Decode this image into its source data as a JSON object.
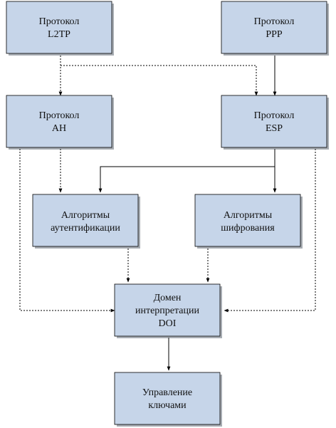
{
  "nodes": {
    "l2tp": {
      "line1": "Протокол",
      "line2": "L2TP"
    },
    "ppp": {
      "line1": "Протокол",
      "line2": "PPP"
    },
    "ah": {
      "line1": "Протокол",
      "line2": "AH"
    },
    "esp": {
      "line1": "Протокол",
      "line2": "ESP"
    },
    "auth": {
      "line1": "Алгоритмы",
      "line2": "аутентификации"
    },
    "enc": {
      "line1": "Алгоритмы",
      "line2": "шифрования"
    },
    "doi": {
      "line1": "Домен",
      "line2": "интерпретации",
      "line3": "DOI"
    },
    "keys": {
      "line1": "Управление",
      "line2": "ключами"
    }
  },
  "edges": [
    {
      "from": "l2tp",
      "to": "ah",
      "style": "dashed"
    },
    {
      "from": "l2tp",
      "to": "esp",
      "style": "dashed"
    },
    {
      "from": "ppp",
      "to": "esp",
      "style": "solid"
    },
    {
      "from": "ah",
      "to": "auth",
      "style": "dashed"
    },
    {
      "from": "ah",
      "to": "doi",
      "style": "dashed"
    },
    {
      "from": "esp",
      "to": "enc",
      "style": "solid"
    },
    {
      "from": "esp",
      "to": "auth",
      "style": "solid"
    },
    {
      "from": "esp",
      "to": "doi",
      "style": "dashed"
    },
    {
      "from": "auth",
      "to": "doi",
      "style": "dashed"
    },
    {
      "from": "enc",
      "to": "doi",
      "style": "dashed"
    },
    {
      "from": "doi",
      "to": "keys",
      "style": "solid"
    }
  ],
  "colors": {
    "node_fill": "#c6d5e9",
    "node_shadow": "#3f4a57",
    "line": "#000000"
  }
}
